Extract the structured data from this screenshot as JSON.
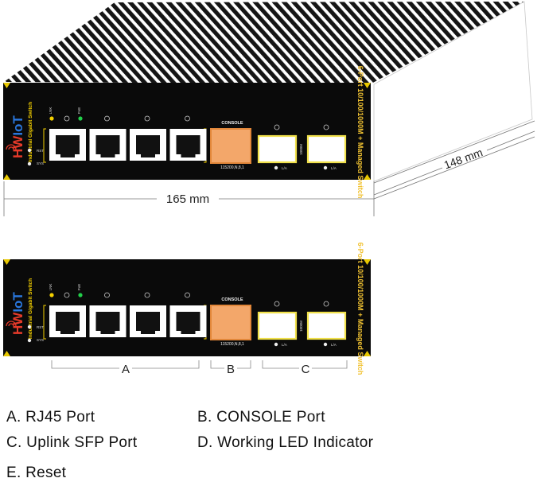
{
  "device": {
    "brand": "HWIoT",
    "side_title": "Industrial Gigabit Switch",
    "side_model": "6-Port 10/100/1000M + Managed Switch",
    "console_label": "CONSOLE",
    "console_baud": "115200,N,8,1",
    "sfp_speed": "1000M",
    "sfp_led_label": "L/A",
    "led_labels": {
      "link": "LNK",
      "poe": "PoE",
      "rst": "RST",
      "sys": "SYS"
    },
    "rj45_port_count": 4,
    "sfp_port_count": 2
  },
  "dimensions": {
    "width": "165 mm",
    "depth": "148 mm"
  },
  "callouts": {
    "a": "A",
    "b": "B",
    "c": "C"
  },
  "legend": {
    "a": "A. RJ45 Port",
    "b": "B. CONSOLE Port",
    "c": "C. Uplink SFP Port",
    "d": "D. Working LED Indicator",
    "e": "E. Reset"
  },
  "colors": {
    "panel": "#0a0a0a",
    "sfp_border": "#f0e04a",
    "console_border": "#e2873a",
    "console_fill": "#f3a76a",
    "led_yellow": "#f4d000",
    "led_green": "#22d04a",
    "corner_yellow": "#e8c800",
    "brand_red": "#e53a2a",
    "brand_blue": "#2a78e0"
  }
}
